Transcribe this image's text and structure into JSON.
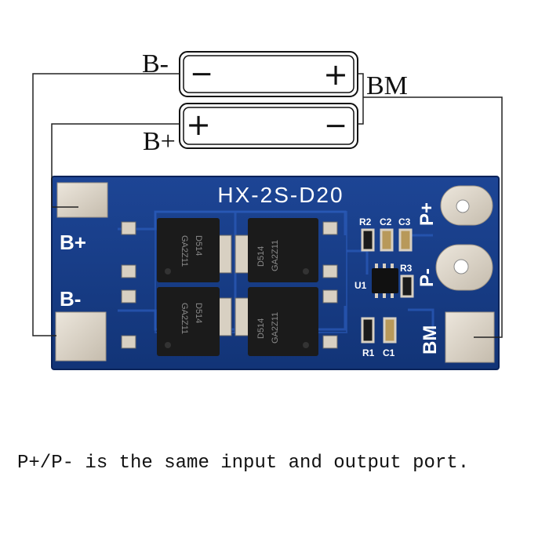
{
  "diagram": {
    "battery_top": {
      "left_sign": "−",
      "right_sign": "+"
    },
    "battery_bottom": {
      "left_sign": "+",
      "right_sign": "−"
    },
    "labels": {
      "b_minus": "B-",
      "b_plus": "B+",
      "bm": "BM"
    }
  },
  "board": {
    "title": "HX-2S-D20",
    "colors": {
      "pcb": "#1a3f8f",
      "pcb_dark": "#0f2c6e",
      "pad": "#d9d2c6",
      "mosfet": "#1b1b1b",
      "silk": "#ffffff"
    },
    "pad_labels": {
      "b_plus": "B+",
      "b_minus": "B-",
      "bm": "BM",
      "p_plus": "P+",
      "p_minus": "P-"
    },
    "components": {
      "r2": "R2",
      "c2": "C2",
      "c3": "C3",
      "r3": "R3",
      "u1": "U1",
      "r1": "R1",
      "c1": "C1"
    },
    "mosfet_marks": [
      {
        "code": "D514",
        "lot": "GA2Z11"
      },
      {
        "code": "D514",
        "lot": "GA2Z11"
      },
      {
        "code": "D514",
        "lot": "GA2Z11"
      },
      {
        "code": "D514",
        "lot": "GA2Z11"
      }
    ]
  },
  "caption": "P+/P- is the same input and output port."
}
